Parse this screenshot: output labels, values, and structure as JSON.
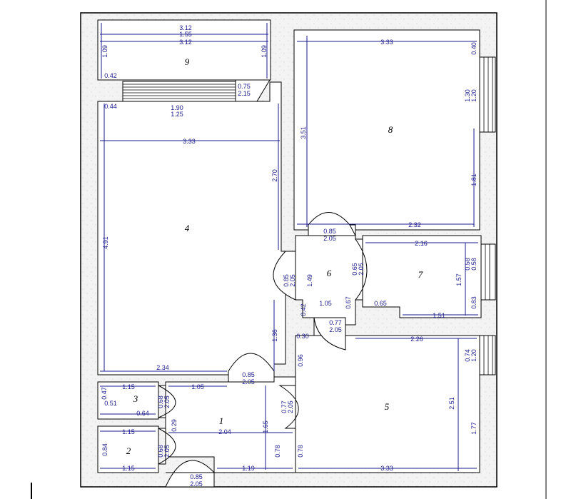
{
  "rooms": [
    "1",
    "2",
    "3",
    "4",
    "5",
    "6",
    "7",
    "8",
    "9"
  ],
  "dims": {
    "r9_top1": "3.12",
    "r9_top2": "1.55",
    "r9_w": "3.12",
    "r9_l": "1.09",
    "r9_r": "1.09",
    "r9_042": "0.42",
    "d9a": "0.75",
    "d9b": "2.15",
    "w4a": "1.90",
    "w4b": "1.25",
    "r4_044": "0.44",
    "r4_w": "3.33",
    "r4_h": "4.91",
    "r4_270": "2.70",
    "r4_136": "1.36",
    "r4_234": "2.34",
    "r8_w": "3.33",
    "r8_040": "0.40",
    "r8_351": "3.51",
    "r8_w1": "1.30",
    "r8_w2": "1.20",
    "r8_181": "1.81",
    "r8_232": "2.32",
    "d6a": "0.85",
    "d6b": "2.05",
    "d4a": "0.85",
    "d4b": "2.05",
    "r6_149": "1.49",
    "d7a": "0.65",
    "d7b": "2.05",
    "r6_105": "1.05",
    "r6_067": "0.67",
    "r6_042": "0.42",
    "d5a": "0.77",
    "d5b": "2.05",
    "r6_030": "0.30",
    "r7_216": "2.16",
    "r7_157": "1.57",
    "r7w1": "0.58",
    "r7w2": "0.58",
    "r7_065": "0.65",
    "r7_083": "0.83",
    "r7_151": "1.51",
    "r5_226": "2.26",
    "r5w1": "0.74",
    "r5w2": "1.20",
    "r5_251": "2.51",
    "r5_177": "1.77",
    "r5_333": "3.33",
    "r5_078": "0.78",
    "r1_096": "0.96",
    "d1a": "0.85",
    "d1b": "2.05",
    "d1c": "0.77",
    "d1d": "2.05",
    "r1_165": "1.65",
    "r1_204": "2.04",
    "r1_078": "0.78",
    "r1_119": "1.19",
    "r1_029": "0.29",
    "de_a": "0.85",
    "de_b": "2.05",
    "r3_115": "1.15",
    "r3_105": "1.05",
    "r3_047": "0.47",
    "r3_051": "0.51",
    "r3_064": "0.64",
    "d3a": "0.68",
    "d3b": "2.05",
    "r2_115a": "1.15",
    "r2_084": "0.84",
    "r2_115b": "1.15",
    "d2a": "0.68",
    "d2b": "2.05"
  }
}
